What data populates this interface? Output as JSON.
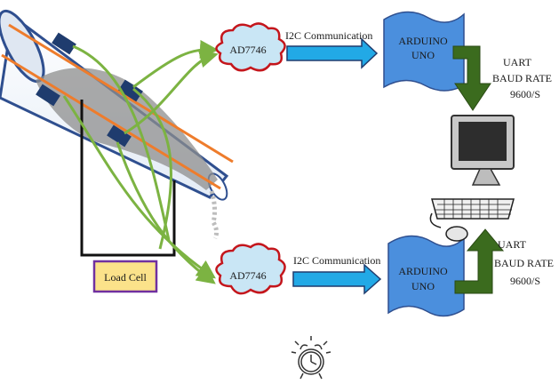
{
  "sensors": {
    "top_chip": "AD7746",
    "bottom_chip": "AD7746"
  },
  "links": {
    "i2c_top": "I2C Communication",
    "i2c_bottom": "I2C Communication",
    "uart_top": [
      "UART",
      "BAUD RATE",
      "9600/S"
    ],
    "uart_bottom": [
      "UART",
      "BAUD RATE",
      "9600/S"
    ]
  },
  "boards": {
    "top": [
      "ARDUINO",
      "UNO"
    ],
    "bottom": [
      "ARDUINO",
      "UNO"
    ]
  },
  "load_cell": {
    "label": "Load Cell"
  },
  "colors": {
    "pipe_outline": "#2f4f8f",
    "wire_orange": "#ee7c2c",
    "wire_green": "#7cb342",
    "electrode": "#1f3c6e",
    "cloud_fill": "#c9e6f5",
    "cloud_stroke": "#c4161c",
    "arrow_blue": "#22a9e6",
    "board_blue": "#4b8fdd",
    "uart_arrow": "#3b6b1e",
    "load_cell_fill": "#fbe28a",
    "load_cell_border": "#7030a0"
  },
  "icons": {
    "computer": "desktop-computer-icon",
    "clock": "alarm-clock-icon"
  }
}
